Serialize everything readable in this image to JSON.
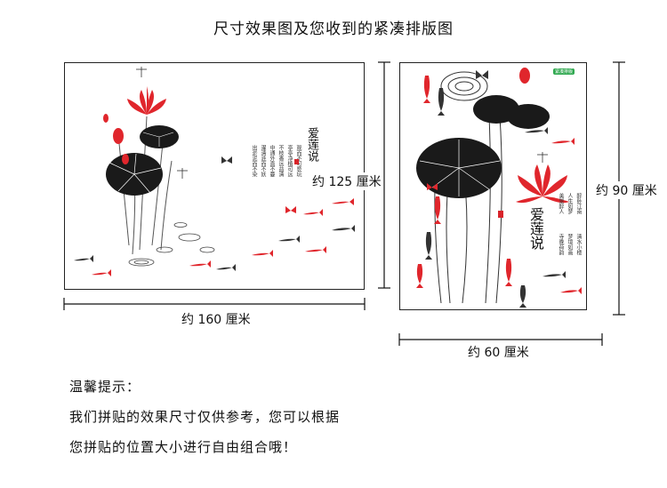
{
  "header": {
    "title": "尺寸效果图及您收到的紧凑排版图"
  },
  "left_panel": {
    "width_label": "约 160 厘米",
    "height_label": "约 125 厘米",
    "poem_title": "爱莲说",
    "poem_lines": [
      "出淤泥而不染",
      "濯清涟而不妖",
      "中通外直不蔓",
      "不枝香远益清",
      "亭亭净植可远",
      "观而不可亵玩"
    ]
  },
  "right_panel": {
    "width_label": "约 60 厘米",
    "height_label": "约 90 厘米",
    "poem_title": "爱莲说",
    "poem_lines": [
      "醉卧江南",
      "清水小楼",
      "人生如梦",
      "梦境如画",
      "美景醉人",
      "寺晚荷韵"
    ],
    "tag_text": "紧凑排版"
  },
  "tips": {
    "heading": "温馨提示：",
    "line1": "我们拼贴的效果尺寸仅供参考，您可以根据",
    "line2": "您拼贴的位置大小进行自由组合哦！"
  },
  "colors": {
    "accent_red": "#e0262c",
    "ink_black": "#1a1a1a",
    "border": "#222222",
    "tag_green": "#2fa84f"
  }
}
